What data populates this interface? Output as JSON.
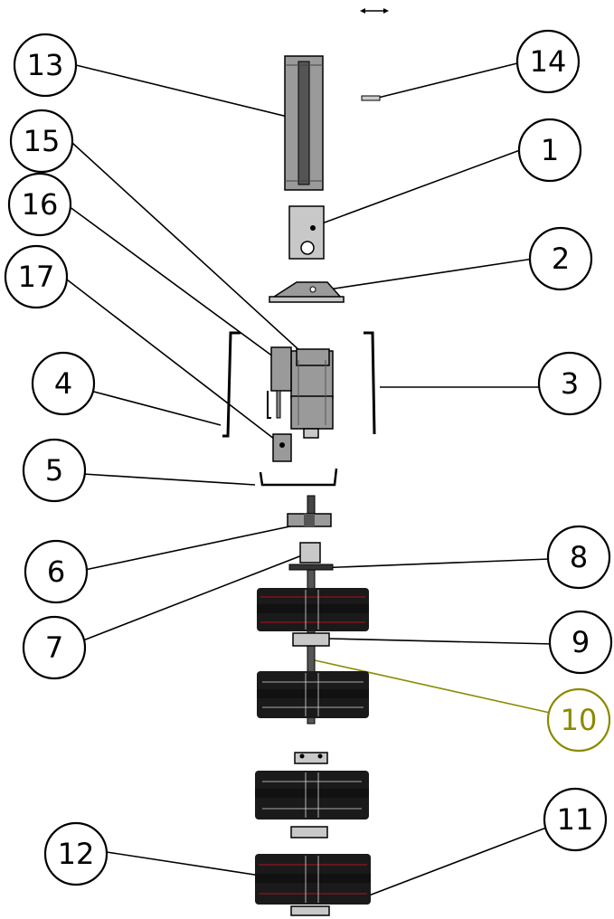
{
  "balloons": [
    {
      "id": "b13",
      "label": "13"
    },
    {
      "id": "b14",
      "label": "14"
    },
    {
      "id": "b15",
      "label": "15"
    },
    {
      "id": "b1",
      "label": "1"
    },
    {
      "id": "b16",
      "label": "16"
    },
    {
      "id": "b2",
      "label": "2"
    },
    {
      "id": "b17",
      "label": "17"
    },
    {
      "id": "b3",
      "label": "3"
    },
    {
      "id": "b4",
      "label": "4"
    },
    {
      "id": "b5",
      "label": "5"
    },
    {
      "id": "b6",
      "label": "6"
    },
    {
      "id": "b8",
      "label": "8"
    },
    {
      "id": "b7",
      "label": "7"
    },
    {
      "id": "b9",
      "label": "9"
    },
    {
      "id": "b10",
      "label": "10"
    },
    {
      "id": "b11",
      "label": "11"
    },
    {
      "id": "b12",
      "label": "12"
    }
  ],
  "colors": {
    "balloon_stroke": "#000000",
    "highlight": "#8a8a00",
    "part_gray": "#9a9a9a",
    "brush_dark": "#1a1a1a",
    "brush_red": "#b01020"
  }
}
